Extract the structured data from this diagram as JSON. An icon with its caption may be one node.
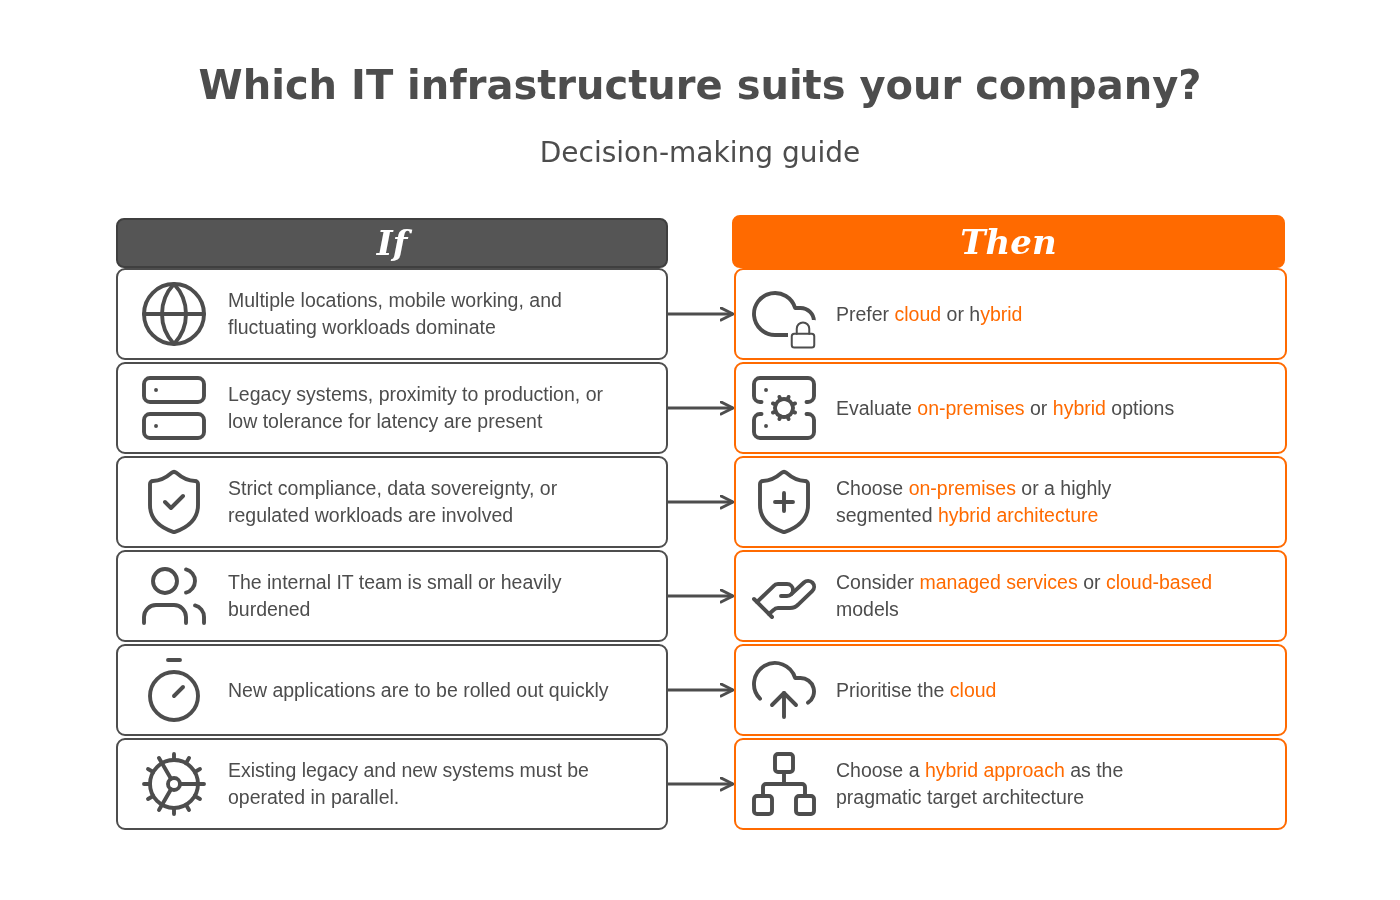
{
  "diagram": {
    "title": "Which IT infrastructure suits your company?",
    "caption": "Decision-making guide",
    "nodes": [
      {
        "text": [
          "If"
        ]
      },
      {
        "text": [
          "Then"
        ]
      },
      {
        "text": [
          "Multiple locations, mobile working, and fluctuating workloads dominate"
        ]
      },
      {
        "text": [
          "Prefer **cloud** or h**ybrid**"
        ]
      },
      {
        "text": [
          "Legacy systems, proximity to production, or low tolerance for latency are present"
        ]
      },
      {
        "text": [
          "Evaluate **on-premises** or **hybrid** options"
        ]
      },
      {
        "text": [
          "Strict compliance, data sovereignty, or regulated workloads are involved"
        ]
      },
      {
        "text": [
          "Choose **on-premises** or a highly segmented **hybrid architecture**"
        ]
      },
      {
        "text": [
          "The internal IT team is small or heavily burdened"
        ]
      },
      {
        "text": [
          "Consider **managed services** or **cloud-based** models"
        ]
      },
      {
        "text": [
          "New applications are to be rolled out quickly"
        ]
      },
      {
        "text": [
          "Prioritise the **cloud**"
        ]
      },
      {
        "text": [
          "Existing legacy and new systems must be operated in parallel."
        ]
      },
      {
        "text": [
          "Choose a **hybrid approach** as the pragmatic target architecture"
        ]
      }
    ],
    "edges": [
      {
        "from": 2,
        "to": 3,
        "arrow": "to"
      },
      {
        "from": 4,
        "to": 5,
        "arrow": "to"
      },
      {
        "from": 6,
        "to": 7,
        "arrow": "to"
      },
      {
        "from": 8,
        "to": 9,
        "arrow": "to"
      },
      {
        "from": 10,
        "to": 11,
        "arrow": "to"
      },
      {
        "from": 12,
        "to": 13,
        "arrow": "to"
      }
    ]
  }
}
